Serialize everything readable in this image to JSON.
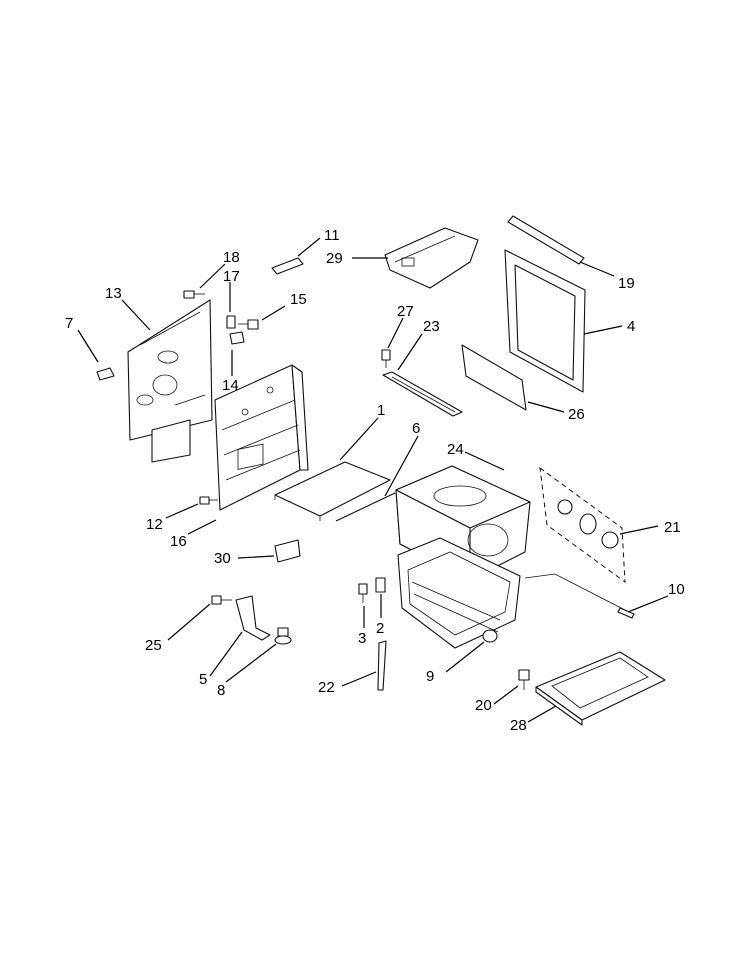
{
  "labels": {
    "p1": "1",
    "p2": "2",
    "p3": "3",
    "p4": "4",
    "p5": "5",
    "p6": "6",
    "p7": "7",
    "p8": "8",
    "p9": "9",
    "p10": "10",
    "p11": "11",
    "p12": "12",
    "p13": "13",
    "p14": "14",
    "p15": "15",
    "p16": "16",
    "p17": "17",
    "p18": "18",
    "p19": "19",
    "p20": "20",
    "p21": "21",
    "p22": "22",
    "p23": "23",
    "p24": "24",
    "p25": "25",
    "p26": "26",
    "p27": "27",
    "p28": "28",
    "p29": "29",
    "p30": "30"
  },
  "colors": {
    "ink": "#000000",
    "paper": "#ffffff"
  }
}
